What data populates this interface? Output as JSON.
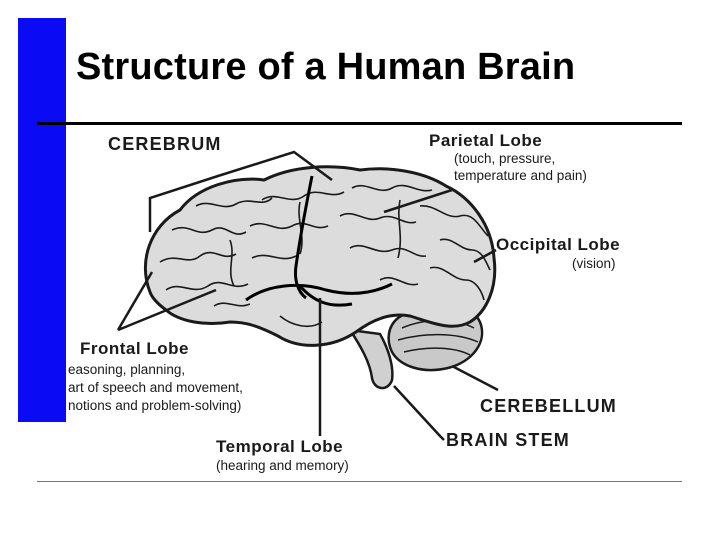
{
  "title": "Structure of a Human Brain",
  "labels": {
    "cerebrum": "CEREBRUM",
    "parietal": {
      "name": "Parietal Lobe",
      "desc_line1": "(touch, pressure,",
      "desc_line2": "temperature and pain)"
    },
    "occipital": {
      "name": "Occipital Lobe",
      "desc": "(vision)"
    },
    "frontal": {
      "name": "Frontal Lobe",
      "desc_line1": "easoning, planning,",
      "desc_line2": "art of speech and movement,",
      "desc_line3": "notions and problem-solving)"
    },
    "temporal": {
      "name": "Temporal Lobe",
      "desc": "(hearing and memory)"
    },
    "cerebellum": "CEREBELLUM",
    "brain_stem": "BRAIN STEM"
  },
  "colors": {
    "accent_bar": "#0a0af5",
    "brain_fill": "#dcdcdc",
    "line": "#1a1a1a"
  }
}
